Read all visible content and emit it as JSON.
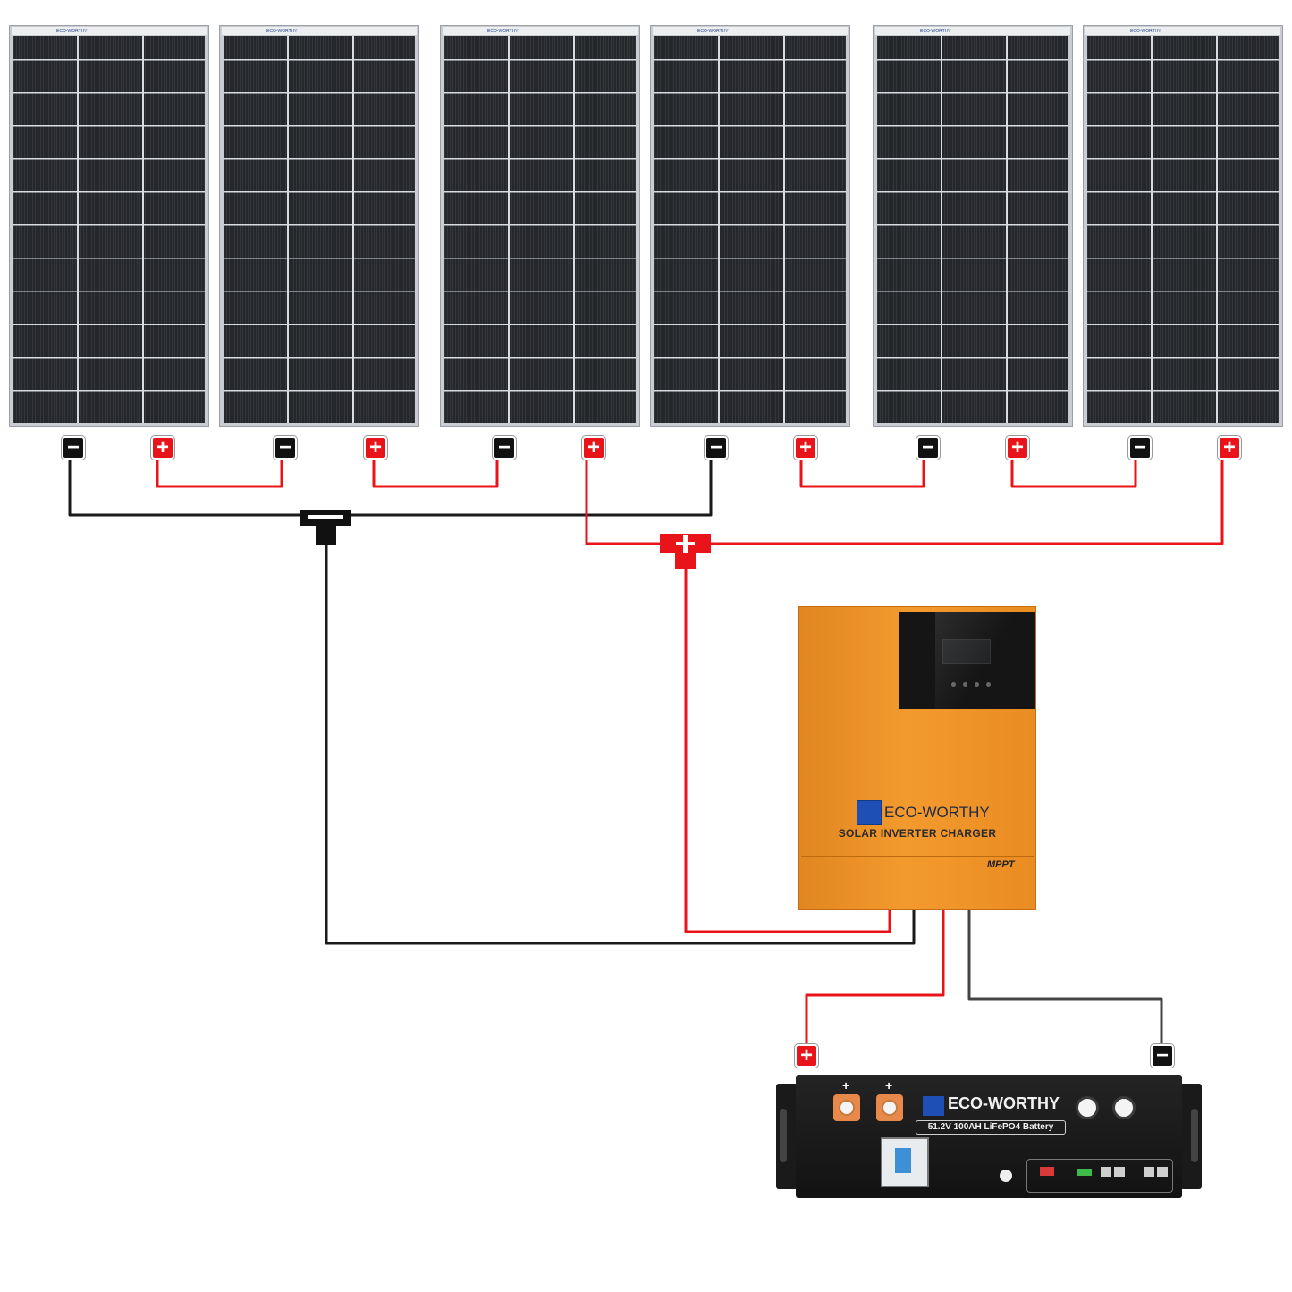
{
  "panel_count": 6,
  "panel_labels": [
    "ECO-WORTHY",
    "ECO-WORTHY",
    "ECO-WORTHY",
    "ECO-WORTHY",
    "ECO-WORTHY",
    "ECO-WORTHY"
  ],
  "terminal_symbols": {
    "negative": "−",
    "positive": "+"
  },
  "inverter": {
    "brand": "ECO-WORTHY",
    "subtitle": "SOLAR INVERTER CHARGER",
    "badge": "MPPT"
  },
  "battery": {
    "brand": "ECO-WORTHY",
    "subtitle": "51.2V 100AH LiFePO4 Battery",
    "post_sign": "+"
  },
  "colors": {
    "positive_wire": "#e8141a",
    "negative_wire": "#1a1a1a",
    "battery_negative_wire": "#444444",
    "inverter_body": "#f39a2e",
    "brand_blue": "#1f4fb4"
  }
}
